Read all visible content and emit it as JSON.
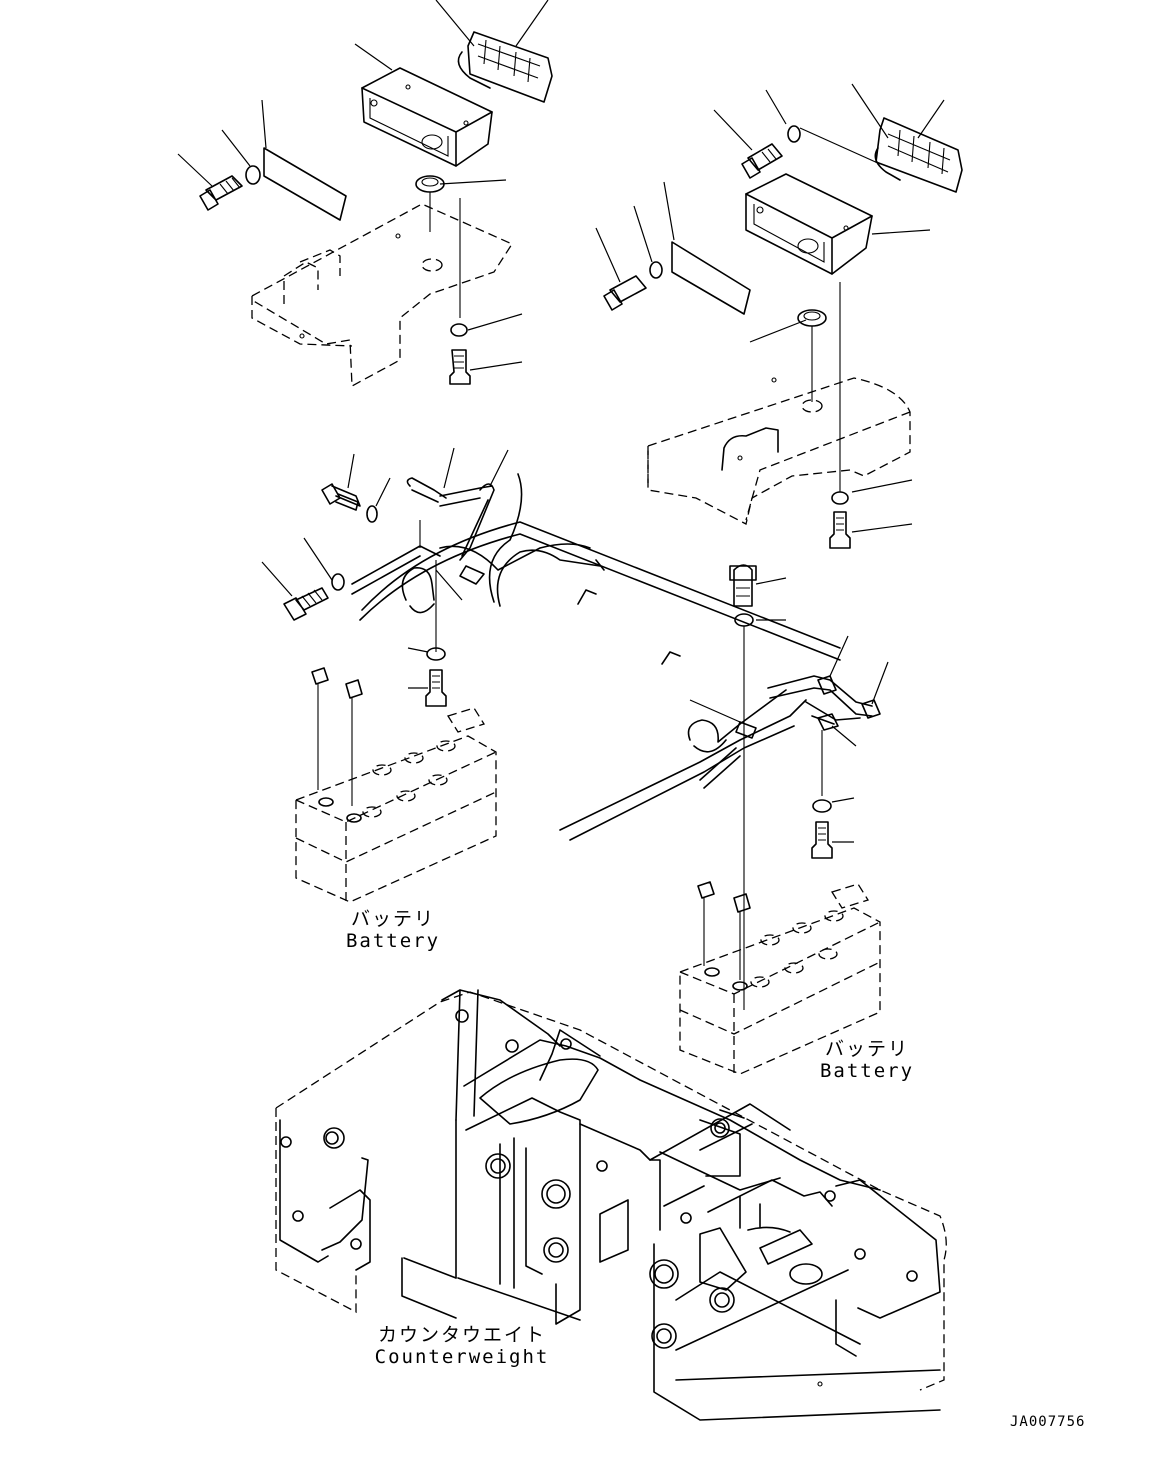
{
  "labels": {
    "battery_left_jp": "バッテリ",
    "battery_left_en": "Battery",
    "battery_right_jp": "バッテリ",
    "battery_right_en": "Battery",
    "counterweight_jp": "カウンタウエイト",
    "counterweight_en": "Counterweight"
  },
  "drawing_code": "JA007756"
}
